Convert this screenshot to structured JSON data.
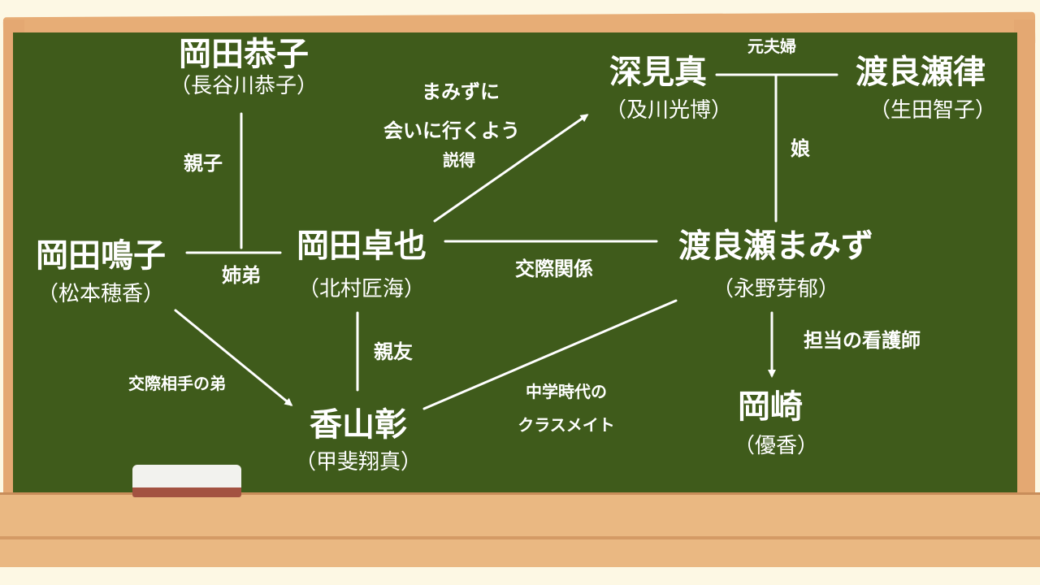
{
  "characters": {
    "kyoko": {
      "name": "岡田恭子",
      "actor": "（長谷川恭子）"
    },
    "naruko": {
      "name": "岡田鳴子",
      "actor": "（松本穂香）"
    },
    "takuya": {
      "name": "岡田卓也",
      "actor": "（北村匠海）"
    },
    "kayama": {
      "name": "香山彰",
      "actor": "（甲斐翔真）"
    },
    "fukami": {
      "name": "深見真",
      "actor": "（及川光博）"
    },
    "ritsu": {
      "name": "渡良瀬律",
      "actor": "（生田智子）"
    },
    "mamizu": {
      "name": "渡良瀬まみず",
      "actor": "（永野芽郁）"
    },
    "okazaki": {
      "name": "岡崎",
      "actor": "（優香）"
    }
  },
  "relations": {
    "parent_child": "親子",
    "siblings": "姉弟",
    "persuade": [
      "まみずに",
      "会いに行くよう",
      "説得"
    ],
    "dating": "交際関係",
    "best_friend": "親友",
    "partner_brother": "交際相手の弟",
    "classmate": [
      "中学時代の",
      "クラスメイト"
    ],
    "ex_couple": "元夫婦",
    "daughter": "娘",
    "nurse": "担当の看護師"
  },
  "colors": {
    "board": "#3f5b1b",
    "frame": "#e7ad76",
    "chalk": "#ffffff"
  }
}
